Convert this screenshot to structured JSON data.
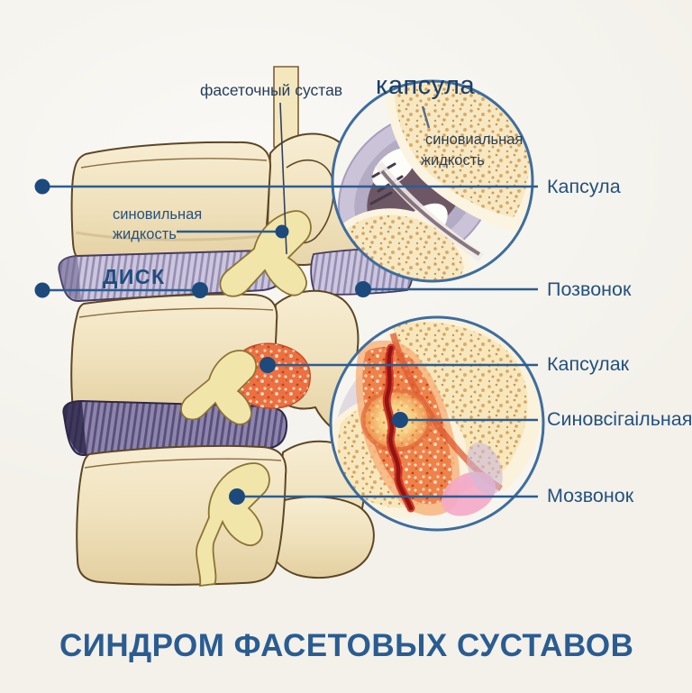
{
  "title": "СИНДРОМ ФАСЕТОВЫХ СУСТАВОВ",
  "labels": {
    "facet_joint": "фасеточный сустав",
    "inset_capsule": "капсула",
    "inset_fluid_line1": "синовиальная",
    "inset_fluid_line2": "жидкость",
    "left_fluid_line1": "синовильная",
    "left_fluid_line2": "жидкость",
    "disc": "ДИСК"
  },
  "callouts": [
    {
      "text": "Капсула"
    },
    {
      "text": "Позвонок"
    },
    {
      "text": "Капсулак"
    },
    {
      "text": "Синовсігаільная"
    },
    {
      "text": "Мозвонок"
    }
  ],
  "colors": {
    "background": "#f3f1ea",
    "label_text": "#27517f",
    "title_text": "#2a5c92",
    "leader_line": "#2d5c90",
    "leader_dot": "#1c4a7c",
    "circle_border": "#3e6d9e",
    "bone_fill": "#efe0ba",
    "bone_outline": "#5d4726",
    "disc_fill": "#ccc7dd",
    "disc_dark_fill": "#8e85ad",
    "facet_yellow": "#f2e5aa",
    "inflammation_orange": "#ee8248",
    "inflammation_crack": "#8e1512",
    "capsule_gray": "#cbc4d8",
    "synovial_white": "#fdfdfa"
  }
}
